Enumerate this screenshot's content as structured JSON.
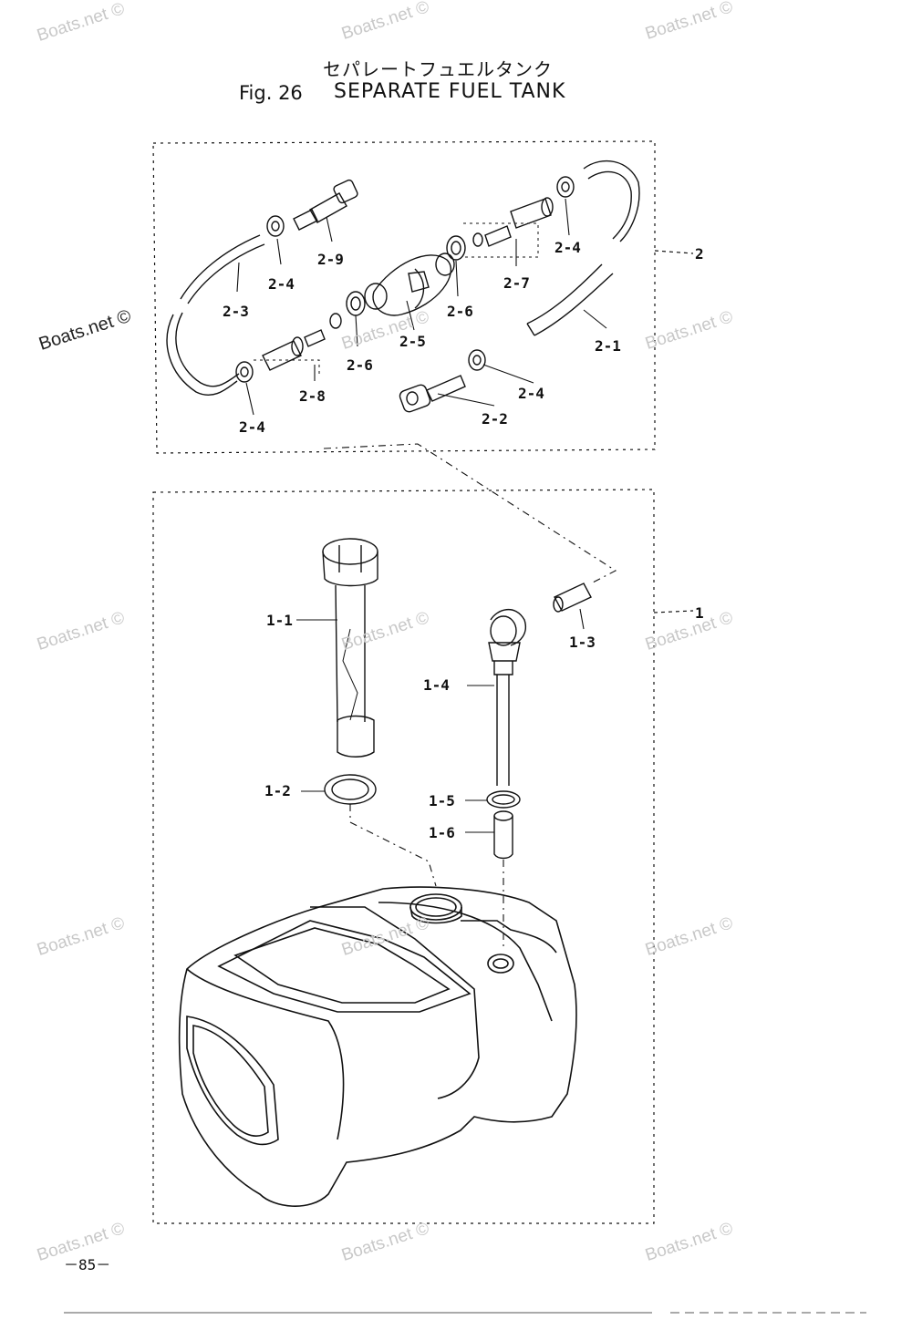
{
  "header": {
    "title_jp": "セパレートフュエルタンク",
    "fig": "Fig. 26",
    "title": "SEPARATE FUEL TANK"
  },
  "page_number": "－85－",
  "watermark": "Boats.net ©",
  "groups": [
    {
      "id": "1",
      "label": "1"
    },
    {
      "id": "2",
      "label": "2"
    }
  ],
  "parts": [
    {
      "id": "1-1",
      "label": "1-1"
    },
    {
      "id": "1-2",
      "label": "1-2"
    },
    {
      "id": "1-3",
      "label": "1-3"
    },
    {
      "id": "1-4",
      "label": "1-4"
    },
    {
      "id": "1-5",
      "label": "1-5"
    },
    {
      "id": "1-6",
      "label": "1-6"
    },
    {
      "id": "2-1",
      "label": "2-1"
    },
    {
      "id": "2-2",
      "label": "2-2"
    },
    {
      "id": "2-3",
      "label": "2-3"
    },
    {
      "id": "2-4a",
      "label": "2-4"
    },
    {
      "id": "2-4b",
      "label": "2-4"
    },
    {
      "id": "2-4c",
      "label": "2-4"
    },
    {
      "id": "2-4d",
      "label": "2-4"
    },
    {
      "id": "2-5",
      "label": "2-5"
    },
    {
      "id": "2-6a",
      "label": "2-6"
    },
    {
      "id": "2-6b",
      "label": "2-6"
    },
    {
      "id": "2-7",
      "label": "2-7"
    },
    {
      "id": "2-8",
      "label": "2-8"
    },
    {
      "id": "2-9",
      "label": "2-9"
    }
  ]
}
